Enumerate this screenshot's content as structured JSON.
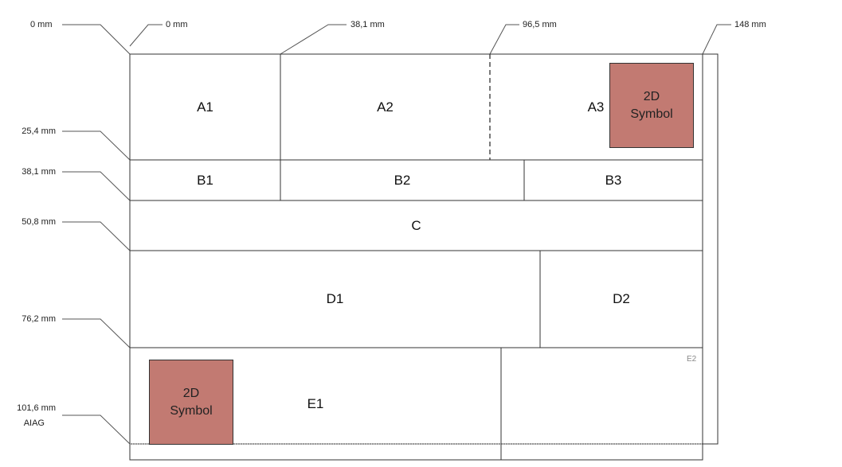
{
  "top_labels": [
    "0 mm",
    "0 mm",
    "38,1 mm",
    "96,5 mm",
    "148 mm"
  ],
  "left_labels": [
    "25,4 mm",
    "38,1 mm",
    "50,8 mm",
    "76,2 mm",
    "101,6 mm",
    "AIAG"
  ],
  "zones": {
    "a1": "A1",
    "a2": "A2",
    "a3": "A3",
    "b1": "B1",
    "b2": "B2",
    "b3": "B3",
    "c": "C",
    "d1": "D1",
    "d2": "D2",
    "e1": "E1",
    "e2": "E2"
  },
  "symbols": {
    "top": {
      "line1": "2D",
      "line2": "Symbol",
      "color": "#c27a72"
    },
    "bottom": {
      "line1": "2D",
      "line2": "Symbol",
      "color": "#c27a72"
    }
  }
}
